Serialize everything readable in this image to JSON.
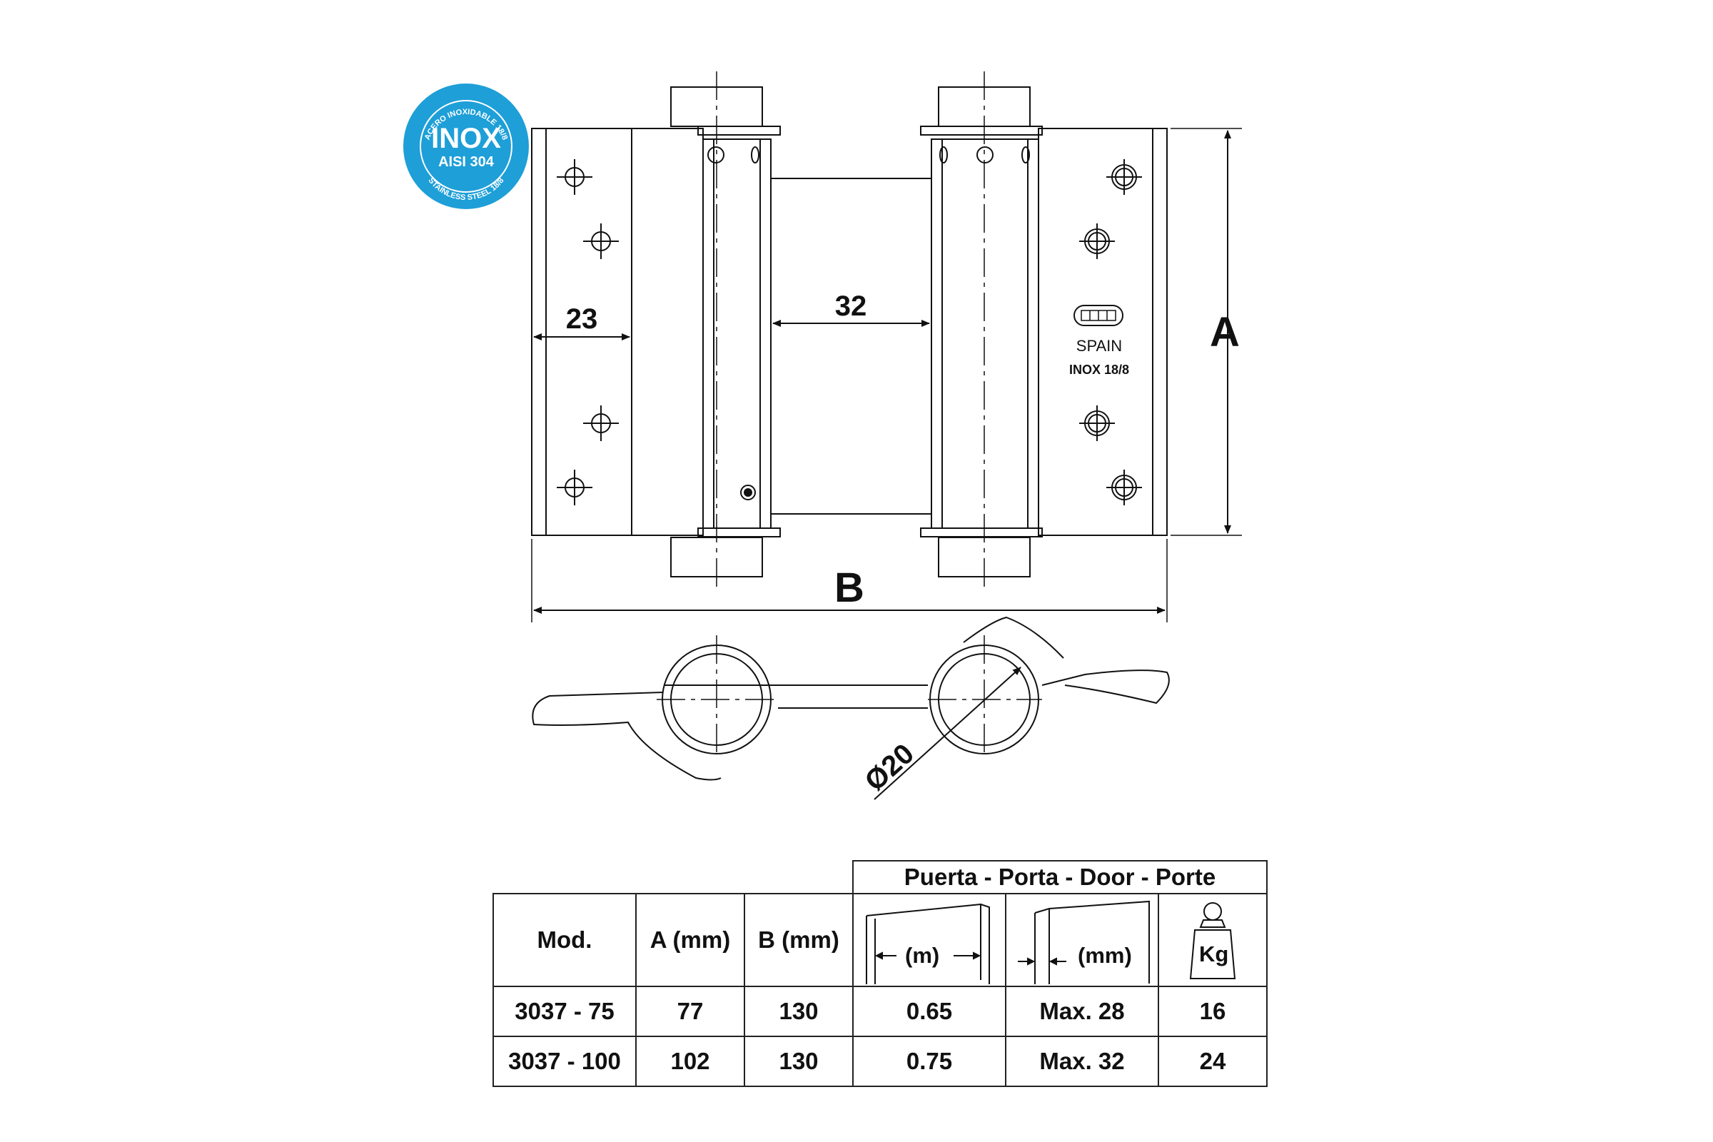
{
  "badge": {
    "main": "INOX",
    "grade": "AISI 304",
    "arc_top": "ACERO INOXIDABLE 18/8",
    "arc_bottom": "STAINLESS STEEL 18/8",
    "color": "#1e9fd8"
  },
  "dimensions": {
    "leaf_width": "23",
    "barrel_gap": "32",
    "height": "A",
    "width": "B",
    "diameter": "Ø20"
  },
  "stamp": {
    "country": "SPAIN",
    "material": "INOX 18/8"
  },
  "table": {
    "group_header": "Puerta - Porta - Door - Porte",
    "headers": {
      "mod": "Mod.",
      "a": "A (mm)",
      "b": "B (mm)",
      "width_unit": "(m)",
      "thickness_unit": "(mm)",
      "weight_unit": "Kg"
    },
    "rows": [
      {
        "mod": "3037 - 75",
        "a": "77",
        "b": "130",
        "width": "0.65",
        "thickness": "Max. 28",
        "weight": "16"
      },
      {
        "mod": "3037 - 100",
        "a": "102",
        "b": "130",
        "width": "0.75",
        "thickness": "Max. 32",
        "weight": "24"
      }
    ]
  }
}
